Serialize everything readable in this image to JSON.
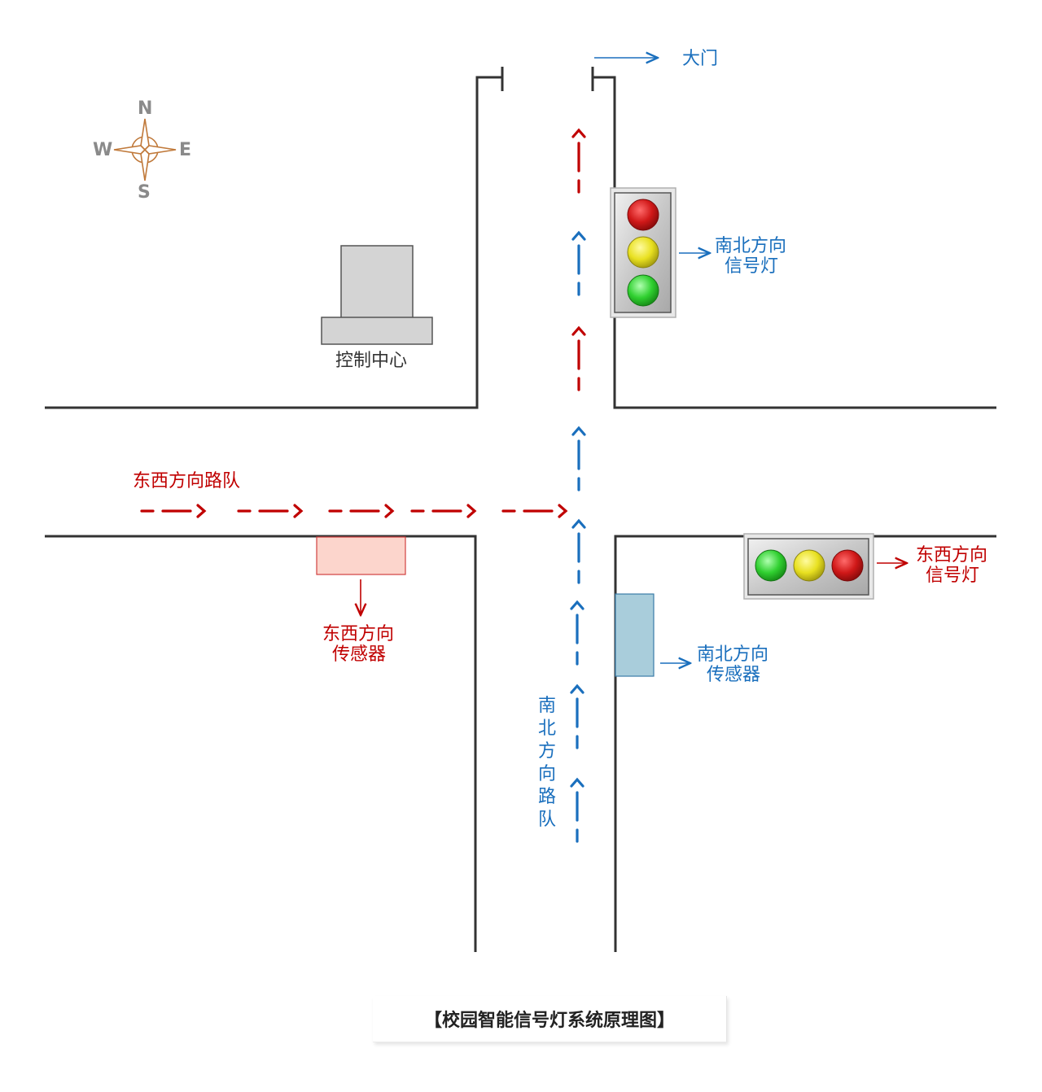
{
  "compass": {
    "north": "N",
    "south": "S",
    "east": "E",
    "west": "W"
  },
  "labels": {
    "gate": "大门",
    "ns_light": [
      "南北方向",
      "信号灯"
    ],
    "control_center": "控制中心",
    "ew_queue": "东西方向路队",
    "ew_sensor": [
      "东西方向",
      "传感器"
    ],
    "ew_light": [
      "东西方向",
      "信号灯"
    ],
    "ns_sensor": [
      "南北方向",
      "传感器"
    ],
    "ns_queue": "南北方向路队"
  },
  "caption": "【校园智能信号灯系统原理图】",
  "colors": {
    "blue": "#1a6fbd",
    "red": "#c00000",
    "road_line": "#333333",
    "sensor_ew_fill": "#fcd5cc",
    "sensor_ns_fill": "#a9cddb",
    "compass": "#c0793a"
  },
  "icons": [
    "compass-icon",
    "control-center-icon",
    "traffic-light-icon",
    "sensor-icon"
  ]
}
